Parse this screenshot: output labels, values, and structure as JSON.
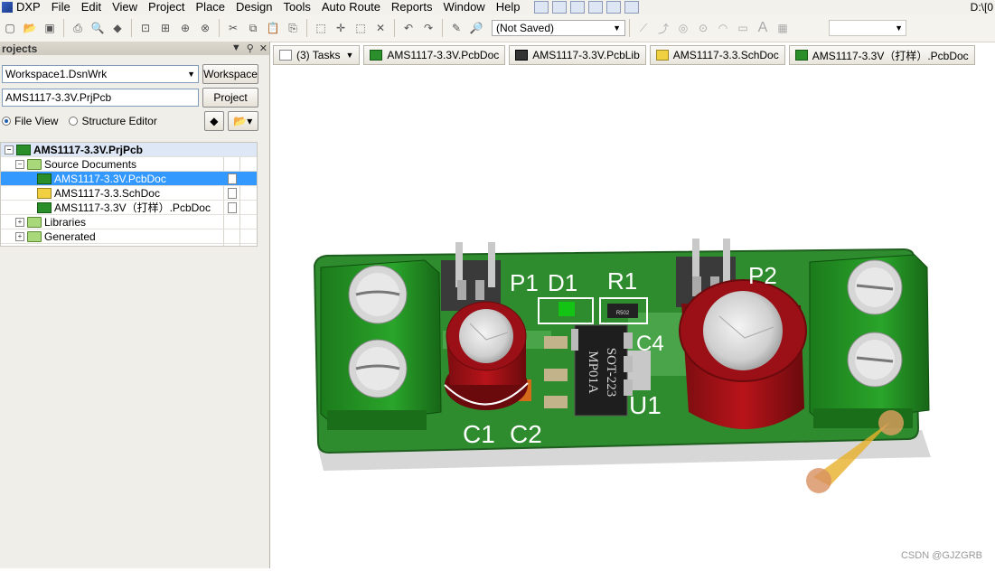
{
  "menubar": {
    "items": [
      "DXP",
      "File",
      "Edit",
      "View",
      "Project",
      "Place",
      "Design",
      "Tools",
      "Auto Route",
      "Reports",
      "Window",
      "Help"
    ],
    "path": "D:\\[0"
  },
  "toolbar": {
    "not_saved": "(Not Saved)"
  },
  "projects_panel": {
    "title": "rojects",
    "workspace_value": "Workspace1.DsnWrk",
    "workspace_button": "Workspace",
    "project_value": "AMS1117-3.3V.PrjPcb",
    "project_button": "Project",
    "file_view_label": "File View",
    "structure_editor_label": "Structure Editor",
    "tree": {
      "project": "AMS1117-3.3V.PrjPcb",
      "source_documents": "Source Documents",
      "docs": [
        "AMS1117-3.3V.PcbDoc",
        "AMS1117-3.3.SchDoc",
        "AMS1117-3.3V（打样）.PcbDoc"
      ],
      "libraries": "Libraries",
      "generated": "Generated"
    }
  },
  "tabs": [
    {
      "label": "(3) Tasks",
      "icon": "tasks-icon"
    },
    {
      "label": "AMS1117-3.3V.PcbDoc",
      "icon": "pcb-icon"
    },
    {
      "label": "AMS1117-3.3V.PcbLib",
      "icon": "pcblib-icon"
    },
    {
      "label": "AMS1117-3.3.SchDoc",
      "icon": "sch-icon"
    },
    {
      "label": "AMS1117-3.3V（打样）.PcbDoc",
      "icon": "pcb-icon"
    }
  ],
  "board": {
    "designators": {
      "p1": "P1",
      "d1": "D1",
      "r1": "R1",
      "p2": "P2",
      "c1": "C1",
      "c2": "C2",
      "c4": "C4",
      "u1": "U1",
      "ic_line1": "SOT-223",
      "ic_line2": "MP01A",
      "r1_code": "R502"
    }
  },
  "watermark": "CSDN @GJZGRB"
}
